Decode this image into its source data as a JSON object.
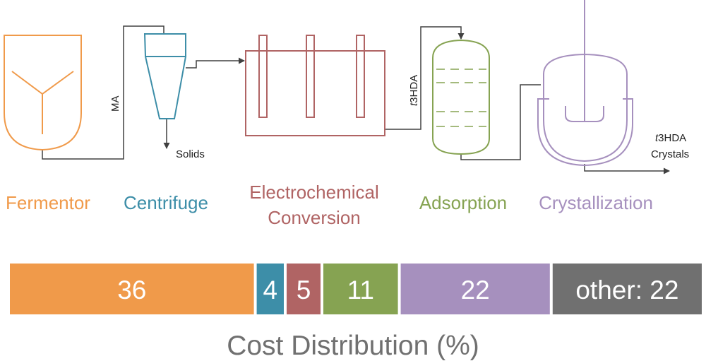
{
  "colors": {
    "fermentor": "#f09a4a",
    "centrifuge": "#3d8ea8",
    "electrochemical": "#b06464",
    "adsorption": "#86a352",
    "crystallization": "#a690be",
    "other": "#707070",
    "pipe": "#404040"
  },
  "units": {
    "fermentor": "Fermentor",
    "centrifuge": "Centrifuge",
    "electrochemical_line1": "Electrochemical",
    "electrochemical_line2": "Conversion",
    "adsorption": "Adsorption",
    "crystallization": "Crystallization"
  },
  "streams": {
    "ma": "MA",
    "solids": "Solids",
    "t3hda_prefix": "t",
    "t3hda_suffix": "3HDA",
    "product_prefix": "t",
    "product_suffix": "3HDA",
    "product_line2": "Crystals"
  },
  "cost_bar": {
    "segments": [
      {
        "key": "fermentor",
        "label": "36",
        "value": 36
      },
      {
        "key": "centrifuge",
        "label": "4",
        "value": 4
      },
      {
        "key": "electrochemical",
        "label": "5",
        "value": 5
      },
      {
        "key": "adsorption",
        "label": "11",
        "value": 11
      },
      {
        "key": "crystallization",
        "label": "22",
        "value": 22
      },
      {
        "key": "other",
        "label": "other: 22",
        "value": 22
      }
    ],
    "caption": "Cost Distribution (%)"
  }
}
